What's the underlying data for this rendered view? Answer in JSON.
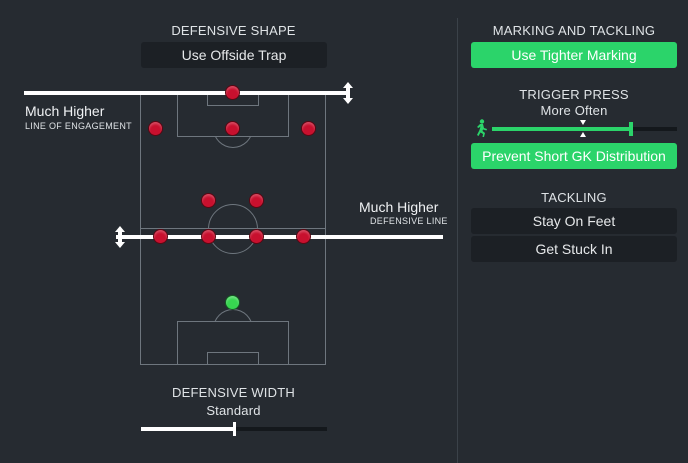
{
  "defensive_shape": {
    "header": "DEFENSIVE SHAPE",
    "offside_button": "Use Offside Trap"
  },
  "line_of_engagement": {
    "value": "Much Higher",
    "label": "LINE OF ENGAGEMENT"
  },
  "defensive_line": {
    "value": "Much Higher",
    "label": "DEFENSIVE LINE"
  },
  "defensive_width": {
    "header": "DEFENSIVE WIDTH",
    "value": "Standard",
    "slider_fraction": 0.5
  },
  "marking": {
    "header": "MARKING AND TACKLING",
    "tighter_marking_button": "Use Tighter Marking"
  },
  "trigger_press": {
    "header": "TRIGGER PRESS",
    "value": "More Often",
    "slider_fraction": 0.75,
    "gk_button": "Prevent Short GK Distribution"
  },
  "tackling": {
    "header": "TACKLING",
    "options": [
      "Stay On Feet",
      "Get Stuck In"
    ]
  },
  "colors": {
    "background": "#262b31",
    "accent_green": "#2bd46a",
    "player_red": "#c8102e",
    "goalkeeper_green": "#37d650"
  }
}
